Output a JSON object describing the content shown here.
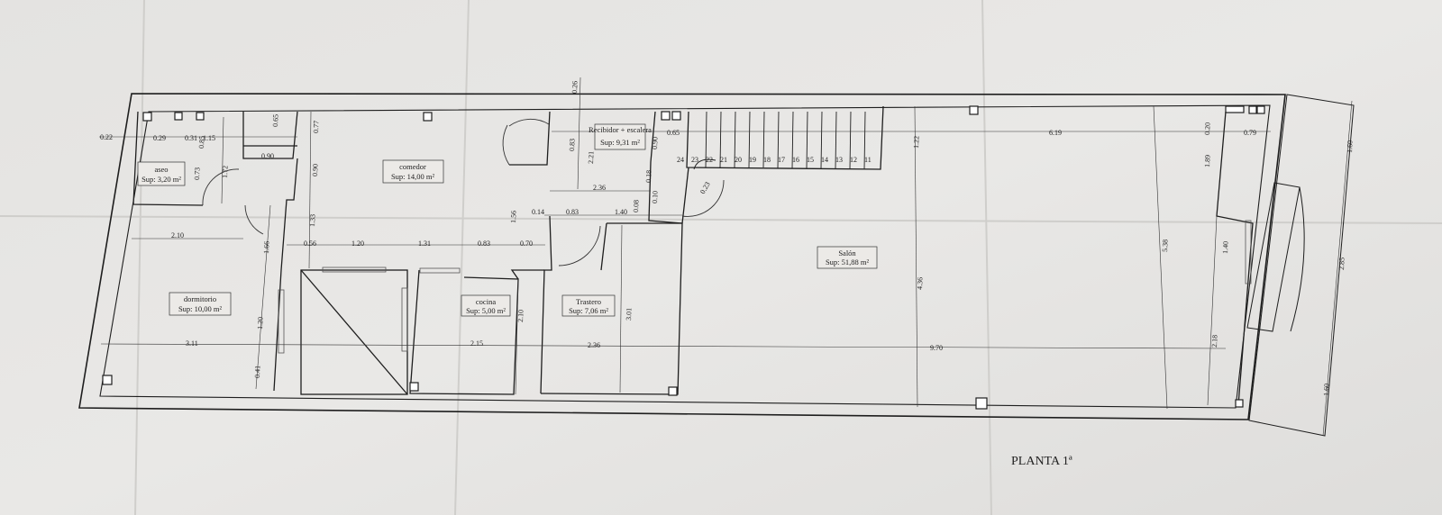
{
  "title": "PLANTA 1ª",
  "rooms": [
    {
      "name": "aseo",
      "area": "Sup: 3,20 m²"
    },
    {
      "name": "comedor",
      "area": "Sup: 14,00 m²"
    },
    {
      "name": "Recibidor + escalera",
      "area": "Sup: 9,31 m²"
    },
    {
      "name": "dormitorio",
      "area": "Sup: 10,00 m²"
    },
    {
      "name": "cocina",
      "area": "Sup: 5,00 m²"
    },
    {
      "name": "Trastero",
      "area": "Sup: 7,06 m²"
    },
    {
      "name": "Salón",
      "area": "Sup: 51,88 m²"
    }
  ],
  "stair_steps": [
    "24",
    "23",
    "22",
    "21",
    "20",
    "19",
    "18",
    "17",
    "16",
    "15",
    "14",
    "13",
    "12",
    "11"
  ],
  "dimensions": [
    "0.22",
    "0.29",
    "0.31",
    "1.15",
    "0.85",
    "0.65",
    "0.77",
    "0.26",
    "0.90",
    "0.73",
    "1.72",
    "0.83",
    "2.21",
    "0.90",
    "0.65",
    "6.19",
    "0.20",
    "0.79",
    "1.60",
    "0.90",
    "1.22",
    "1.89",
    "2.36",
    "0.18",
    "0.23",
    "0.14",
    "0.83",
    "1.40",
    "0.08",
    "0.10",
    "1.33",
    "1.56",
    "2.10",
    "1.66",
    "0.56",
    "1.20",
    "1.31",
    "0.83",
    "0.70",
    "5.38",
    "1.40",
    "2.85",
    "4.36",
    "1.20",
    "2.10",
    "3.01",
    "3.11",
    "2.15",
    "2.36",
    "9.70",
    "2.18",
    "0.41",
    "1.60"
  ],
  "colors": {
    "paper": "#e6e5e2",
    "ink": "#1e1e1e"
  }
}
